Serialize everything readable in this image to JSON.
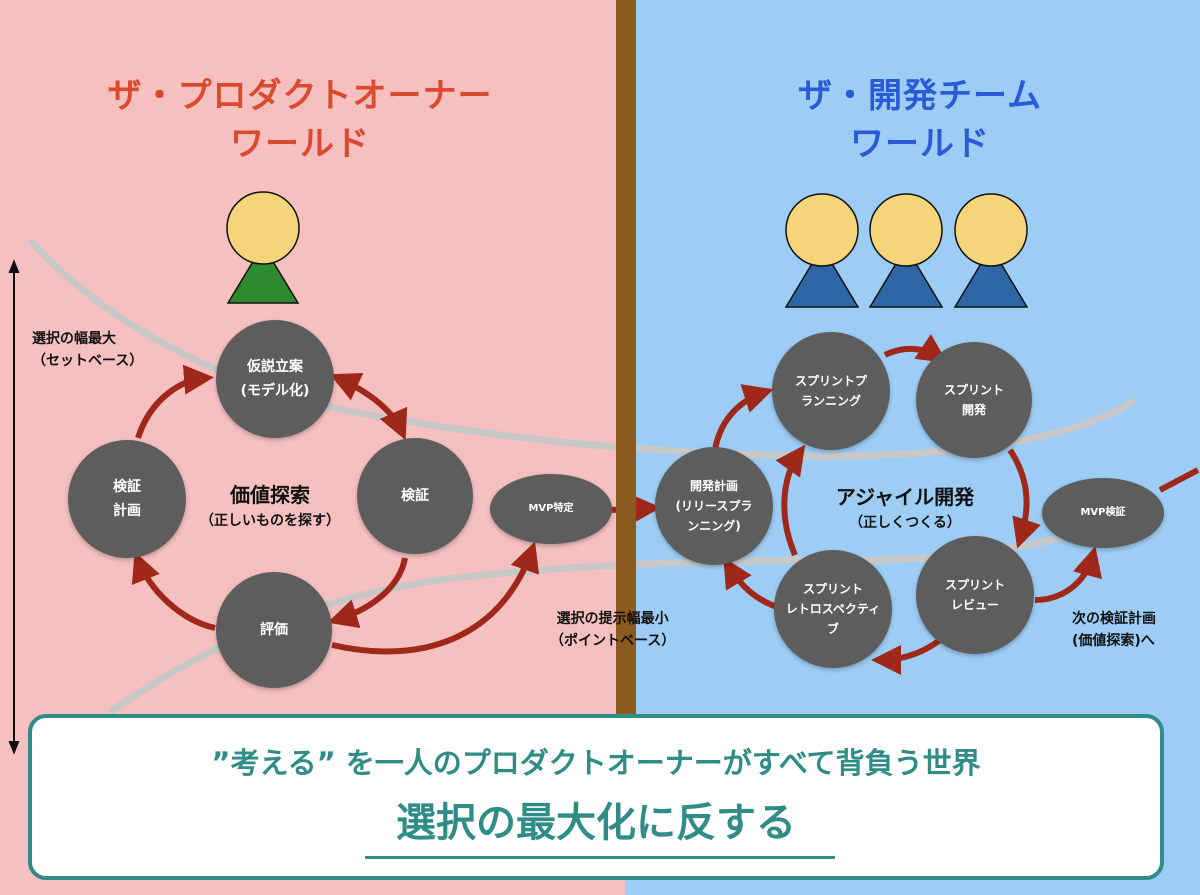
{
  "left_world": {
    "title_line1": "ザ・プロダクトオーナー",
    "title_line2": "ワールド",
    "center_title": "価値探索",
    "center_sub": "（正しいものを探す）",
    "nodes": {
      "hypothesis": [
        "仮説立案",
        "(モデル化)"
      ],
      "verify": [
        "検証"
      ],
      "evaluate": [
        "評価"
      ],
      "plan": [
        "検証",
        "計画"
      ],
      "mvp": [
        "MVP特定"
      ]
    },
    "axis_label_line1": "選択の幅最大",
    "axis_label_line2": "（セットベース）"
  },
  "right_world": {
    "title_line1": "ザ・開発チーム",
    "title_line2": "ワールド",
    "center_title": "アジャイル開発",
    "center_sub": "（正しくつくる）",
    "nodes": {
      "dev_plan": [
        "開発計画",
        "(リリースプラ",
        "ンニング)"
      ],
      "sprint_planning": [
        "スプリントプ",
        "ランニング"
      ],
      "sprint_dev": [
        "スプリント",
        "開発"
      ],
      "sprint_review": [
        "スプリント",
        "レビュー"
      ],
      "sprint_retro": [
        "スプリント",
        "レトロスペクティ",
        "ブ"
      ],
      "mvp_verify": [
        "MVP検証"
      ]
    },
    "min_label_line1": "選択の提示幅最小",
    "min_label_line2": "（ポイントベース）",
    "next_label_line1": "次の検証計画",
    "next_label_line2": "(価値探索)へ"
  },
  "banner": {
    "line1": "”考える” を一人のプロダクトオーナーがすべて背負う世界",
    "line2": "選択の最大化に反する"
  },
  "colors": {
    "left_bg": "#f5c0bf",
    "right_bg": "#9dcdf5",
    "divider": "#8a5a1e",
    "node": "#5e5d5d",
    "arrow": "#a0281a",
    "head": "#f6d47a",
    "po_body": "#2e8a2e",
    "dev_body": "#2f67a6",
    "banner_accent": "#2f8c86"
  }
}
